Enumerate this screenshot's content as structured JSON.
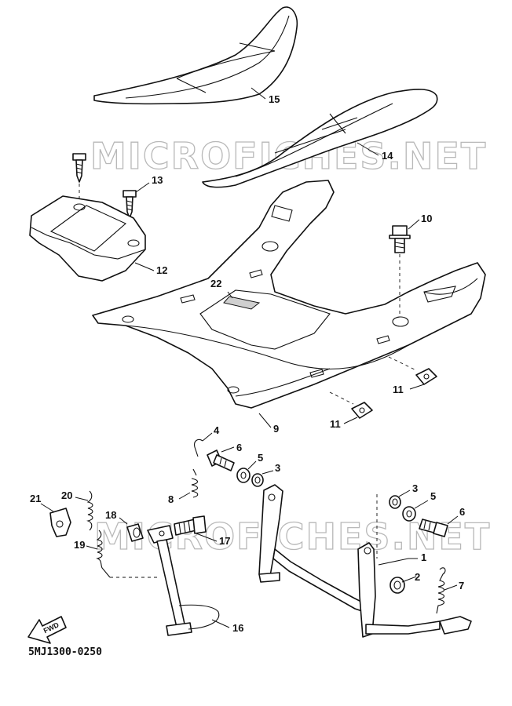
{
  "diagram": {
    "watermark_top": "MICROFICHES.NET",
    "watermark_bottom": "MICROFICHES.NET",
    "fwd_label": "FWD",
    "figure_code": "5MJ1300-0250",
    "callouts": {
      "c1": "1",
      "c2": "2",
      "c3a": "3",
      "c3b": "3",
      "c4": "4",
      "c5a": "5",
      "c5b": "5",
      "c6a": "6",
      "c6b": "6",
      "c7": "7",
      "c8": "8",
      "c9": "9",
      "c10": "10",
      "c11a": "11",
      "c11b": "11",
      "c12": "12",
      "c13": "13",
      "c14": "14",
      "c15": "15",
      "c16": "16",
      "c17": "17",
      "c18": "18",
      "c19": "19",
      "c20": "20",
      "c21": "21",
      "c22": "22"
    }
  }
}
